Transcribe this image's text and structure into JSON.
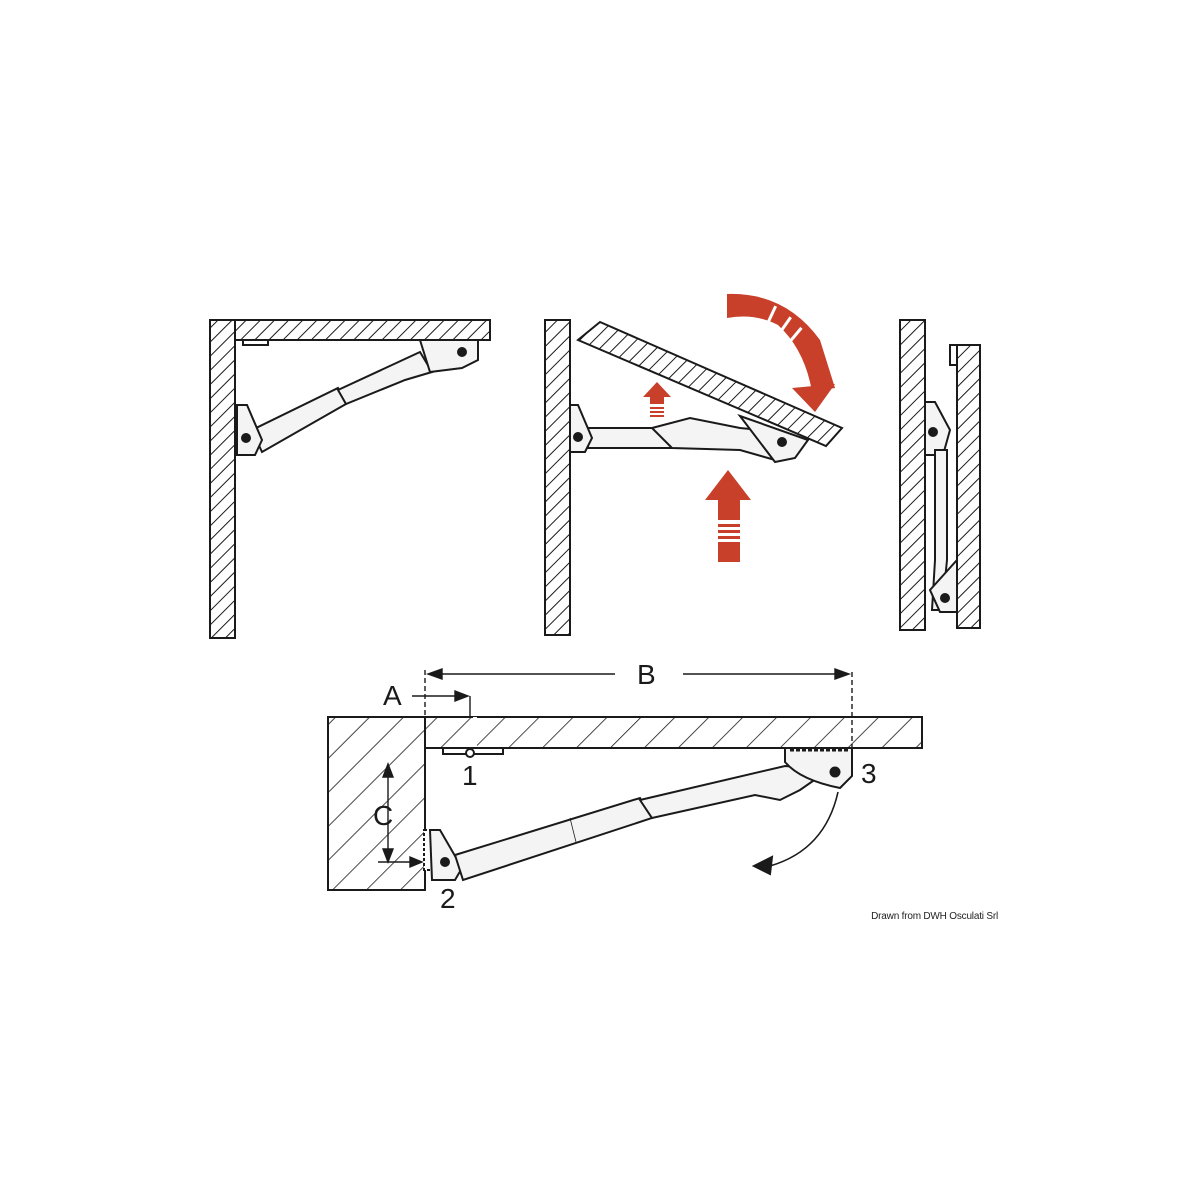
{
  "diagram": {
    "labels": {
      "a": "A",
      "b": "B",
      "c": "C",
      "p1": "1",
      "p2": "2",
      "p3": "3"
    },
    "credit": "Drawn from DWH Osculati Srl",
    "colors": {
      "arrow": "#c8402a",
      "line": "#1a1a1a",
      "fill": "#f4f4f4"
    },
    "panels": [
      "table-open",
      "table-folding",
      "table-folded",
      "installation-dimensions"
    ]
  }
}
